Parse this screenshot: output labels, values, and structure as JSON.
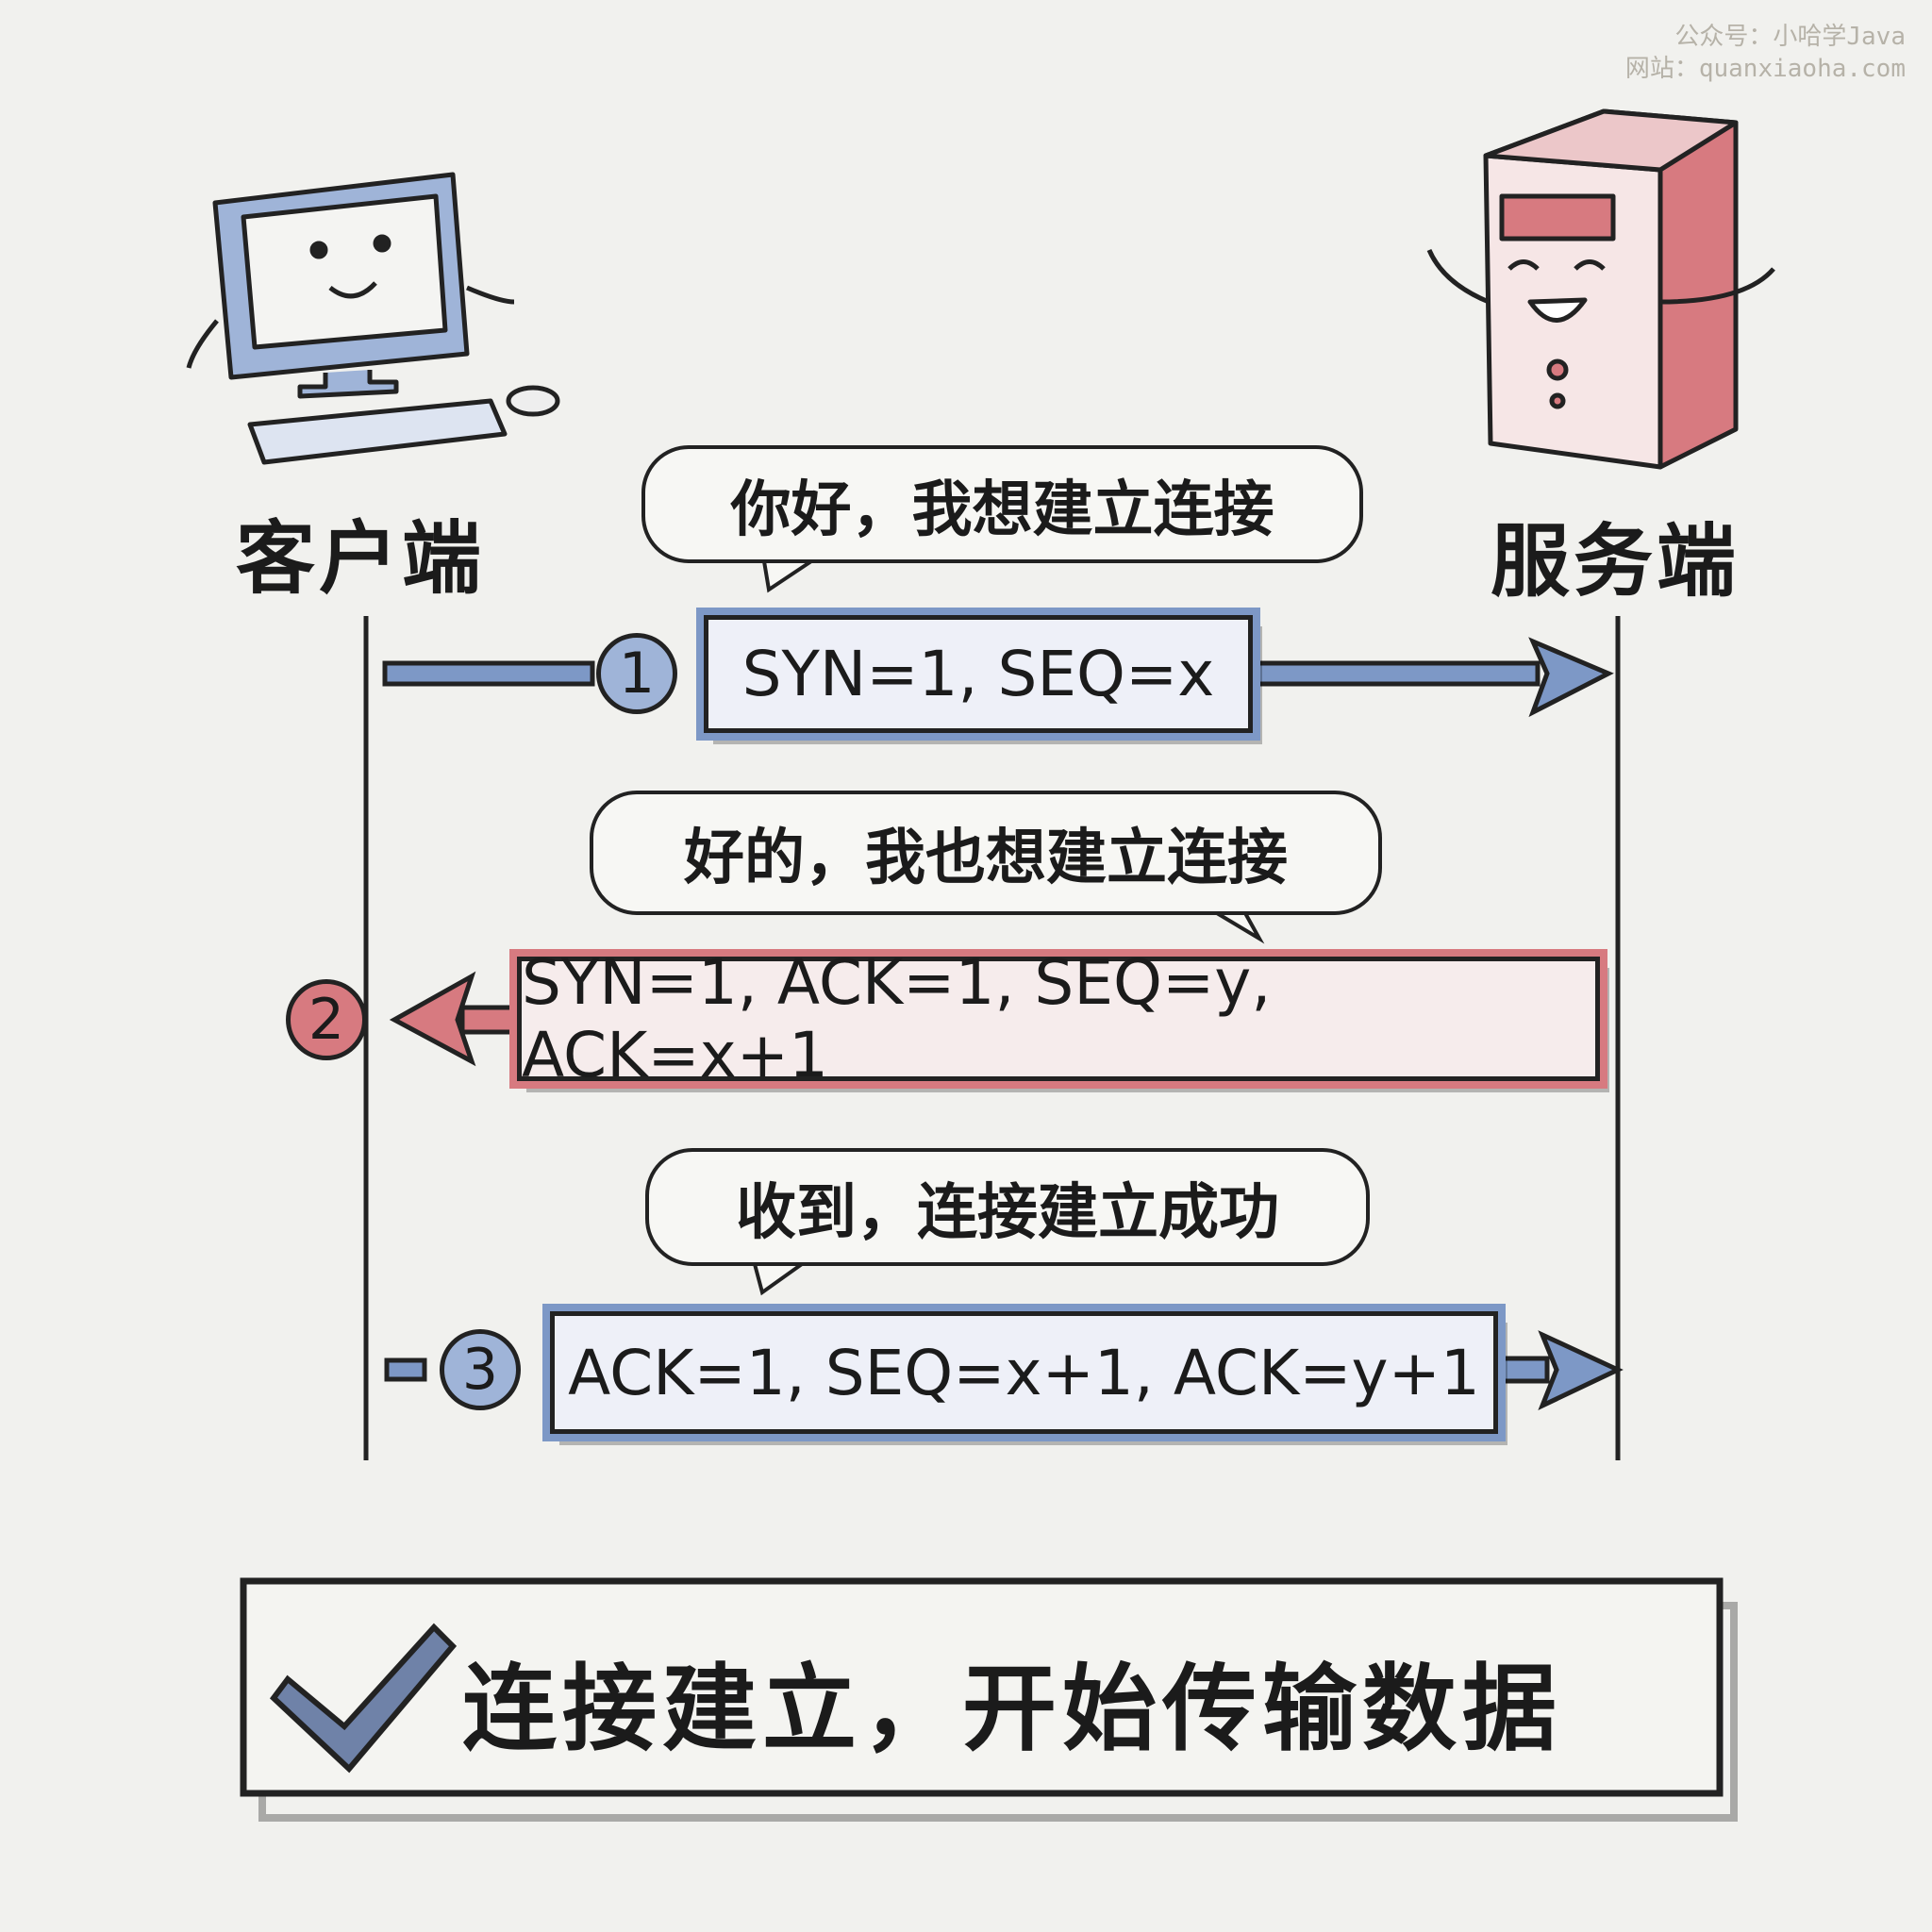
{
  "watermark": {
    "line1": "公众号：小哈学Java",
    "line2": "网站：quanxiaoha.com"
  },
  "client": {
    "label": "客户端",
    "icon": "computer-icon"
  },
  "server": {
    "label": "服务端",
    "icon": "server-icon"
  },
  "steps": [
    {
      "number": "1",
      "speech": "你好，我想建立连接",
      "message": "SYN=1, SEQ=x",
      "direction": "client-to-server",
      "color": "#7d98c6"
    },
    {
      "number": "2",
      "speech": "好的，我也想建立连接",
      "message": "SYN=1, ACK=1, SEQ=y, ACK=x+1",
      "direction": "server-to-client",
      "color": "#d77a80"
    },
    {
      "number": "3",
      "speech": "收到，连接建立成功",
      "message": "ACK=1, SEQ=x+1, ACK=y+1",
      "direction": "client-to-server",
      "color": "#7d98c6"
    }
  ],
  "result": {
    "text": "连接建立，开始传输数据",
    "icon": "checkmark-icon"
  }
}
